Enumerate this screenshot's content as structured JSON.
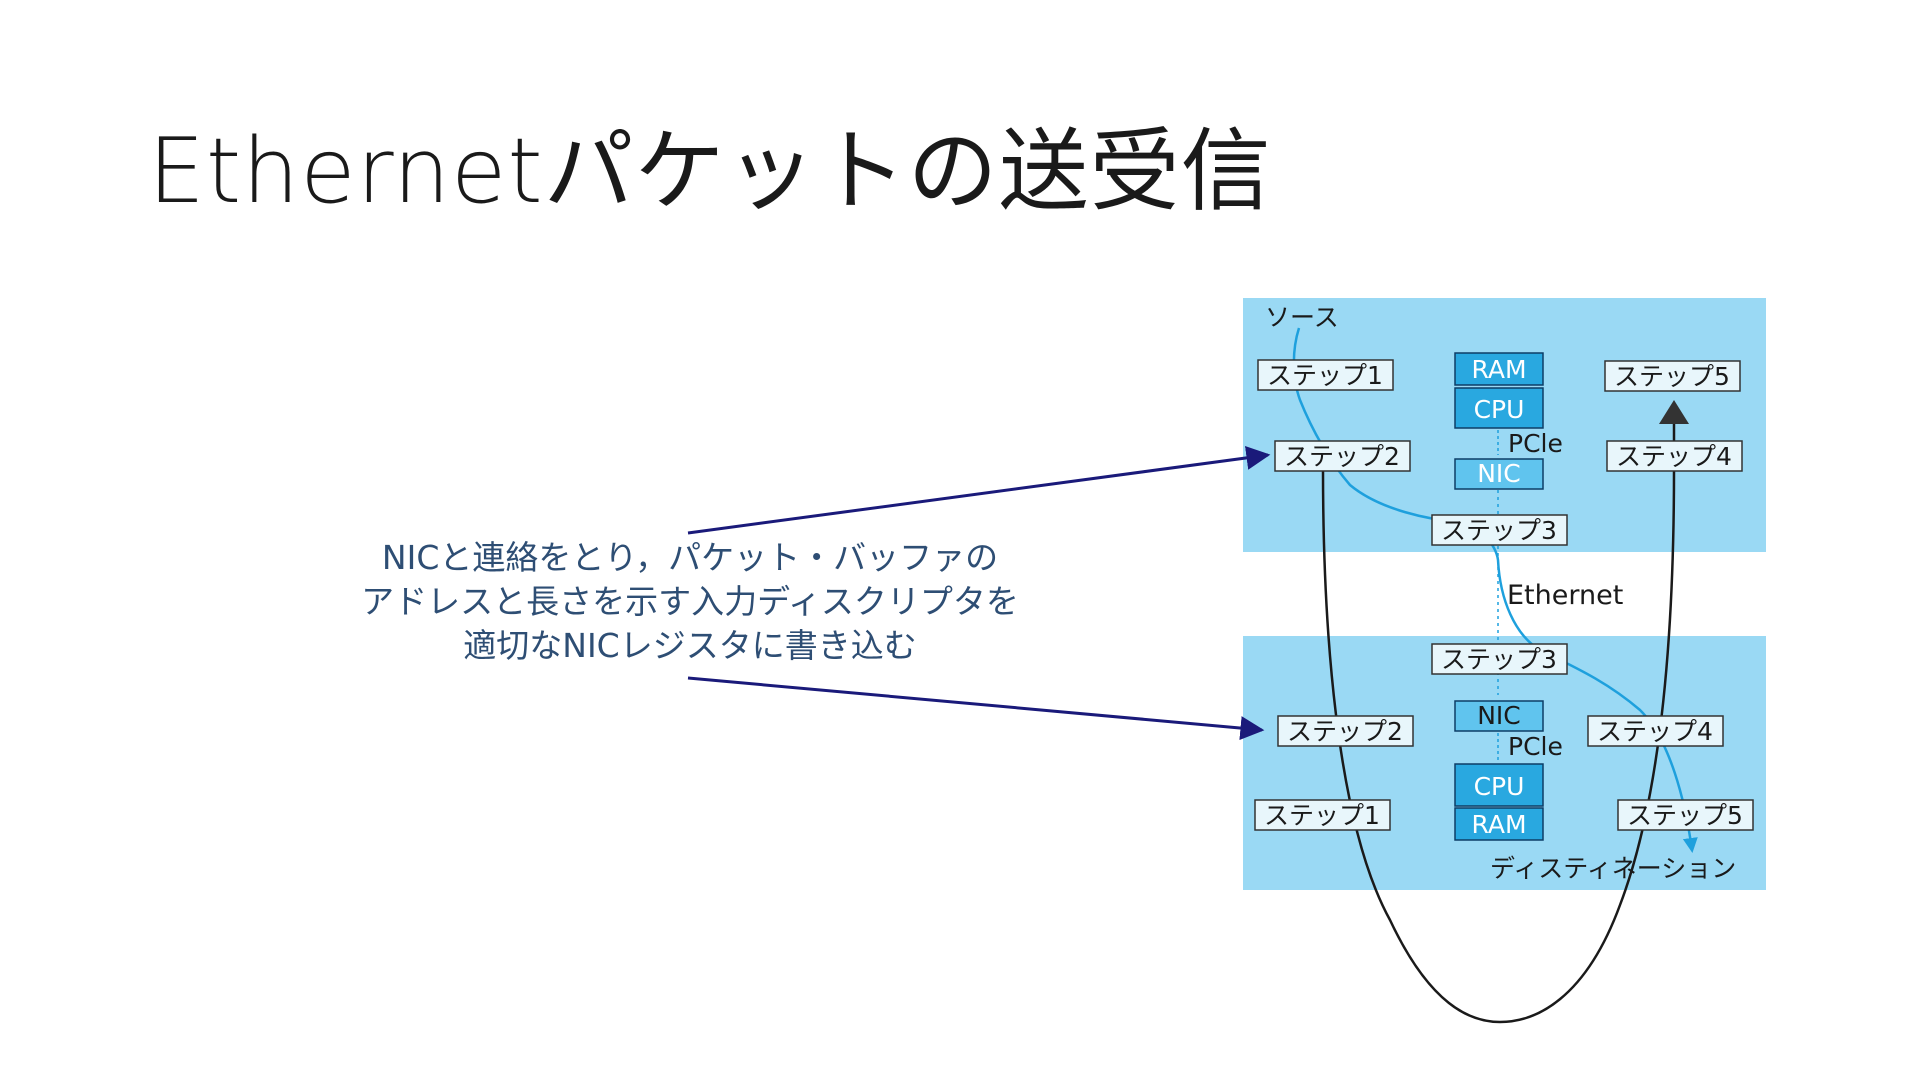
{
  "slide": {
    "title": "Ethernetパケットの送受信"
  },
  "callout": {
    "lines": [
      "NICと連絡をとり，パケット・バッファの",
      "アドレスと長さを示す入力ディスクリプタを",
      "適切なNICレジスタに書き込む"
    ]
  },
  "diagram": {
    "source_label": "ソース",
    "destination_label": "ディスティネーション",
    "link_label": "Ethernet",
    "bus_label": "PCle",
    "source_steps": [
      "ステップ1",
      "ステップ2",
      "ステップ3",
      "ステップ4",
      "ステップ5"
    ],
    "dest_steps": [
      "ステップ1",
      "ステップ2",
      "ステップ3",
      "ステップ4",
      "ステップ5"
    ],
    "components": {
      "ram": "RAM",
      "cpu": "CPU",
      "nic": "NIC"
    },
    "colors": {
      "panel": "#9ad9f4",
      "chip": "#29a8e0",
      "flow": "#1ea0dd",
      "arrow": "#1a1a7a"
    }
  }
}
